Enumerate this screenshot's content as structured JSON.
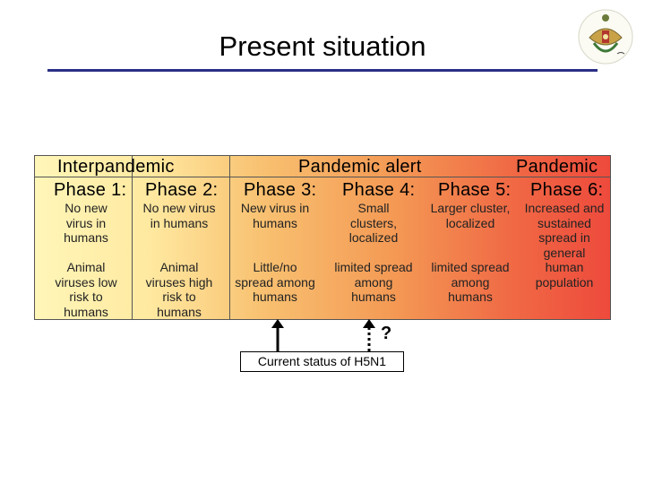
{
  "title": "Present situation",
  "groups": {
    "interpandemic": "Interpandemic",
    "alert": "Pandemic alert",
    "pandemic": "Pandemic"
  },
  "phases": [
    "Phase 1:",
    "Phase 2:",
    "Phase 3:",
    "Phase 4:",
    "Phase 5:",
    "Phase 6:"
  ],
  "row1": [
    "No new virus in humans",
    "No new virus in humans",
    "New virus in humans",
    "Small clusters, localized",
    "Larger cluster, localized",
    "Increased and sustained spread in general human population"
  ],
  "row2": [
    "Animal viruses low risk to humans",
    "Animal viruses high risk to humans",
    "Little/no spread among humans",
    "limited spread among humans",
    "limited spread among humans"
  ],
  "status_label": "Current status of H5N1",
  "question_mark": "?",
  "colors": {
    "title_rule": "#2b2f86",
    "gradient_start": "#fff6b8",
    "gradient_end": "#ee4a3c"
  }
}
